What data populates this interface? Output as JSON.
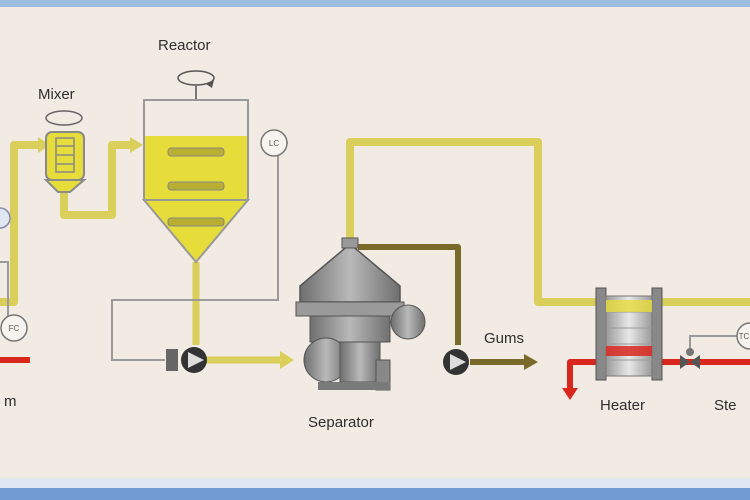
{
  "labels": {
    "reactor": "Reactor",
    "mixer": "Mixer",
    "separator": "Separator",
    "gums": "Gums",
    "heater": "Heater",
    "steam_partial": "Ste",
    "left_partial": "m"
  },
  "instrument_tags": {
    "flow_control": "FC",
    "level_control": "LC",
    "temp_control": "TC"
  },
  "colors": {
    "background": "#f1ebe3",
    "process_line": "#d9cf5a",
    "process_fill": "#e6dc3a",
    "gums_line": "#7a6a2a",
    "steam_line": "#d9271e",
    "equipment_grey": "#8c8c8c",
    "frame_blue": "#8ab0d8"
  }
}
